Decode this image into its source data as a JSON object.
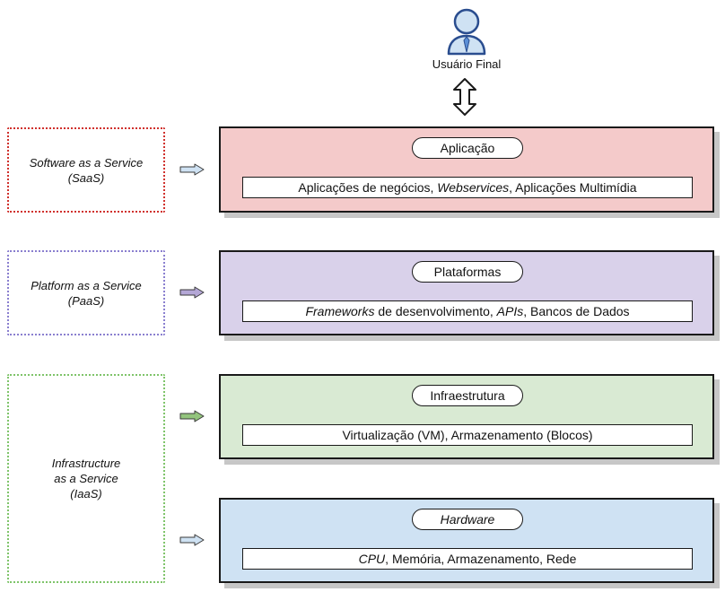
{
  "end_user": {
    "label": "Usuário Final",
    "icon": "user-icon",
    "arrow_icon": "up-down-arrow-icon"
  },
  "models": [
    {
      "id": "saas",
      "lines": [
        "Software as a Service",
        "(SaaS)"
      ],
      "border_color": "#d0312d"
    },
    {
      "id": "paas",
      "lines": [
        "Platform as a Service",
        "(PaaS)"
      ],
      "border_color": "#8a7fcf"
    },
    {
      "id": "iaas",
      "lines": [
        "Infrastructure",
        "as a Service",
        "(IaaS)"
      ],
      "border_color": "#7fc46a"
    }
  ],
  "layers": [
    {
      "id": "saas",
      "title": "Aplicação",
      "title_italic": false,
      "fill": "#f4caca",
      "arrow_color": "#cfe2f3",
      "items": [
        {
          "text": "Aplicações de negócios, ",
          "italic": false
        },
        {
          "text": "Webservices",
          "italic": true
        },
        {
          "text": ", Aplicações Multimídia",
          "italic": false
        }
      ]
    },
    {
      "id": "paas",
      "title": "Plataformas",
      "title_italic": false,
      "fill": "#d9d1ea",
      "arrow_color": "#b4a7d6",
      "items": [
        {
          "text": "Frameworks",
          "italic": true
        },
        {
          "text": " de desenvolvimento, ",
          "italic": false
        },
        {
          "text": "APIs",
          "italic": true
        },
        {
          "text": ", Bancos de Dados",
          "italic": false
        }
      ]
    },
    {
      "id": "iaas",
      "title": "Infraestrutura",
      "title_italic": false,
      "fill": "#d9ead3",
      "arrow_color": "#93c47d",
      "items": [
        {
          "text": "Virtualização (VM), Armazenamento (Blocos)",
          "italic": false
        }
      ]
    },
    {
      "id": "hw",
      "title": "Hardware",
      "title_italic": true,
      "fill": "#cfe2f3",
      "arrow_color": "#cfe2f3",
      "items": [
        {
          "text": "CPU",
          "italic": true
        },
        {
          "text": ", Memória, Armazenamento, Rede",
          "italic": false
        }
      ]
    }
  ]
}
